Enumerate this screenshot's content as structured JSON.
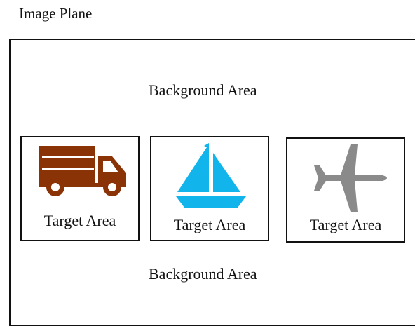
{
  "image_plane": {
    "title": "Image Plane"
  },
  "background_labels": {
    "top": "Background Area",
    "bottom": "Background Area"
  },
  "targets": [
    {
      "label": "Target Area",
      "icon": "truck-icon",
      "color": "#8a3306"
    },
    {
      "label": "Target Area",
      "icon": "sailboat-icon",
      "color": "#12b4ec"
    },
    {
      "label": "Target Area",
      "icon": "airplane-icon",
      "color": "#8a8a8a"
    }
  ]
}
